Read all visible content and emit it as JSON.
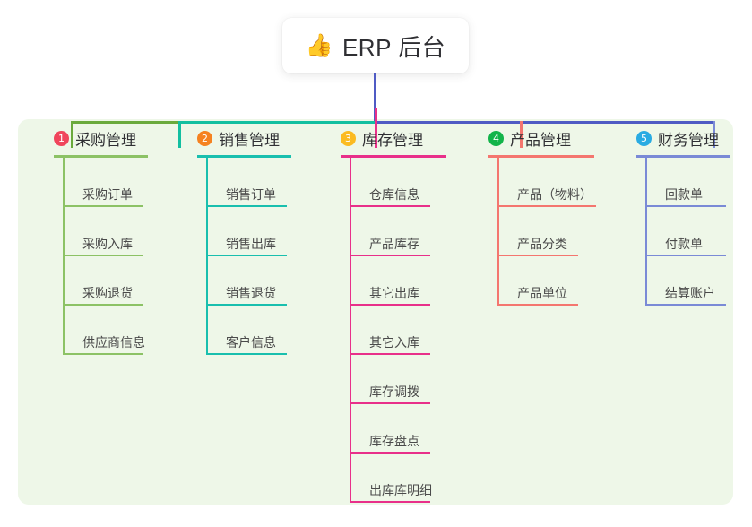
{
  "root": {
    "icon": "thumbs-up-icon",
    "emoji": "👍",
    "title": "ERP 后台"
  },
  "colors": {
    "panel_bg": "#eef7e8",
    "trunk": "#4f5bc4",
    "bus_left": "#6aaa3c",
    "bus_mid": "#12bfa0",
    "bus_right": "#4f5bc4",
    "col1": "#8cc265",
    "col2": "#19bfae",
    "col3": "#e8308a",
    "col4": "#f4766f",
    "col5": "#7a8ad6",
    "badge1": "#f0455c",
    "badge2": "#f58220",
    "badge3": "#fbbb21",
    "badge4": "#13b44a",
    "badge5": "#29abe2"
  },
  "columns": [
    {
      "index": "1",
      "title": "采购管理",
      "badge_color": "#f0455c",
      "line_color": "#8cc265",
      "items": [
        {
          "label": "采购订单"
        },
        {
          "label": "采购入库"
        },
        {
          "label": "采购退货"
        },
        {
          "label": "供应商信息"
        }
      ]
    },
    {
      "index": "2",
      "title": "销售管理",
      "badge_color": "#f58220",
      "line_color": "#19bfae",
      "items": [
        {
          "label": "销售订单"
        },
        {
          "label": "销售出库"
        },
        {
          "label": "销售退货"
        },
        {
          "label": "客户信息"
        }
      ]
    },
    {
      "index": "3",
      "title": "库存管理",
      "badge_color": "#fbbb21",
      "line_color": "#e8308a",
      "items": [
        {
          "label": "仓库信息"
        },
        {
          "label": "产品库存"
        },
        {
          "label": "其它出库"
        },
        {
          "label": "其它入库"
        },
        {
          "label": "库存调拨"
        },
        {
          "label": "库存盘点"
        },
        {
          "label": "出库库明细"
        }
      ]
    },
    {
      "index": "4",
      "title": "产品管理",
      "badge_color": "#13b44a",
      "line_color": "#f4766f",
      "items": [
        {
          "label": "产品（物料）",
          "wide": true
        },
        {
          "label": "产品分类"
        },
        {
          "label": "产品单位"
        }
      ]
    },
    {
      "index": "5",
      "title": "财务管理",
      "badge_color": "#29abe2",
      "line_color": "#7a8ad6",
      "items": [
        {
          "label": "回款单"
        },
        {
          "label": "付款单"
        },
        {
          "label": "结算账户"
        }
      ]
    }
  ]
}
